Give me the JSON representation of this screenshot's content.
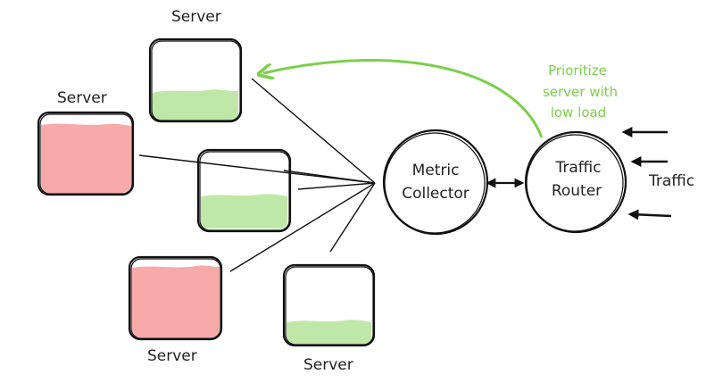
{
  "labels": {
    "server": "Server",
    "metric_collector_line1": "Metric",
    "metric_collector_line2": "Collector",
    "traffic_router_line1": "Traffic",
    "traffic_router_line2": "Router",
    "traffic": "Traffic",
    "annotation_line1": "Prioritize",
    "annotation_line2": "server with",
    "annotation_line3": "low load"
  },
  "colors": {
    "low_load": "#bfe8a8",
    "high_load": "#f8a9a9",
    "highlight": "#7ccf4c",
    "ink": "#111111"
  },
  "servers": [
    {
      "id": "top",
      "load": "low"
    },
    {
      "id": "upper-left",
      "load": "high"
    },
    {
      "id": "middle",
      "load": "low"
    },
    {
      "id": "bottom-left",
      "load": "high"
    },
    {
      "id": "bottom",
      "load": "low"
    }
  ]
}
